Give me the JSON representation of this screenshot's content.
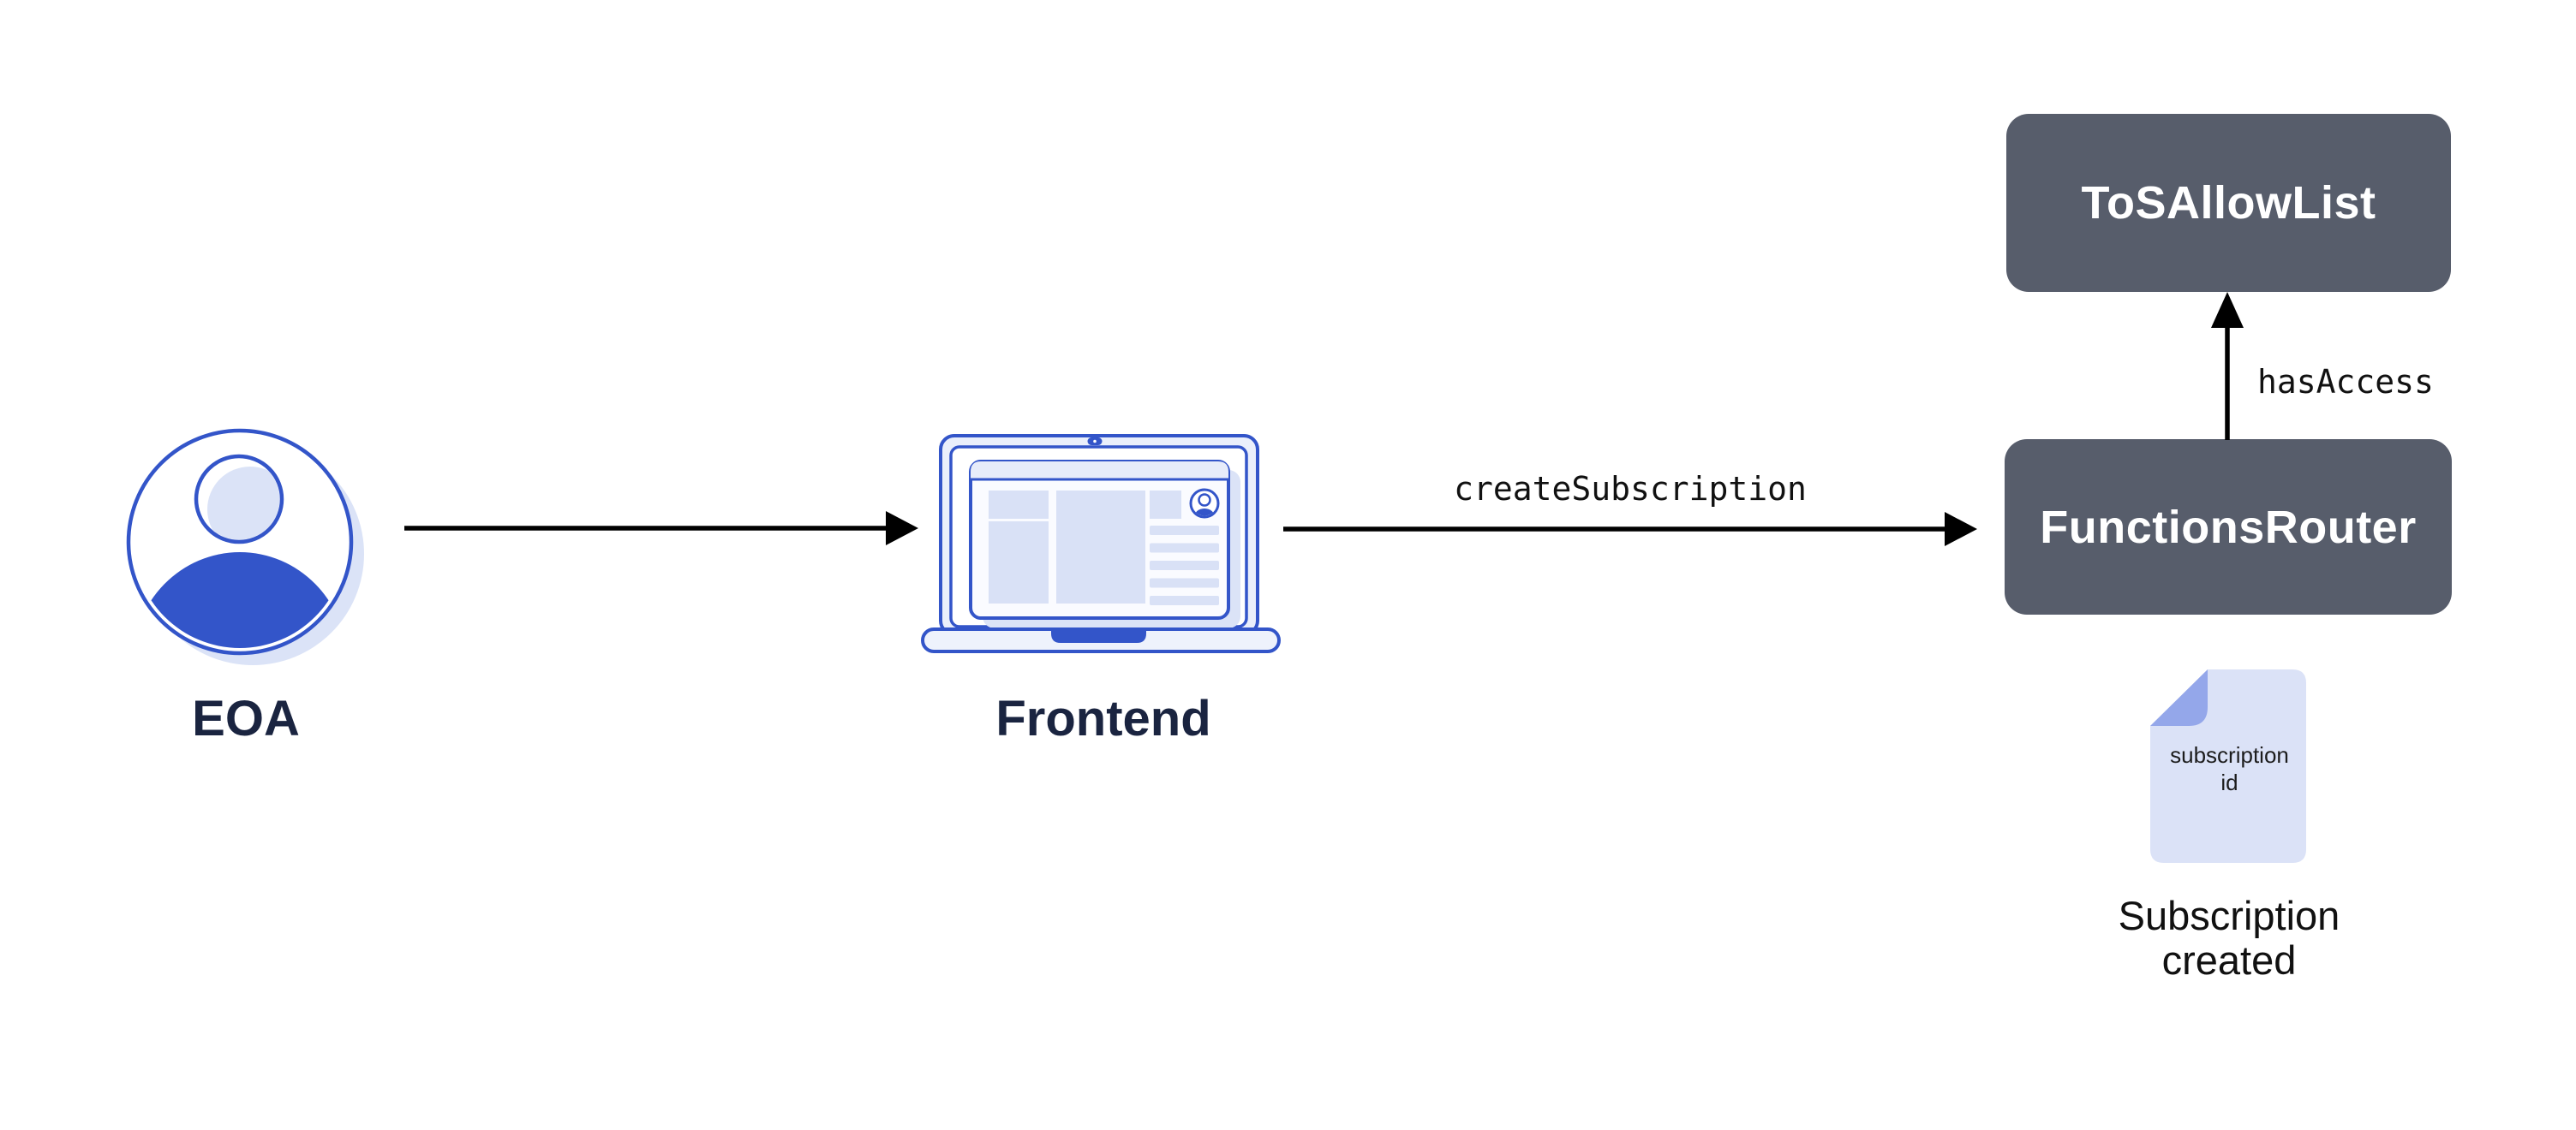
{
  "colors": {
    "background": "#ffffff",
    "accent_blue": "#3355c9",
    "light_periwinkle": "#d9e1f6",
    "shadow_blue": "#dbe3f7",
    "fold_blue": "#94a7ea",
    "box_fill": "#575d6b",
    "box_text": "#ffffff",
    "caption_dark_navy": "#1a2440",
    "edge_label_black": "#111111"
  },
  "nodes": {
    "eoa": {
      "label": "EOA"
    },
    "frontend": {
      "label": "Frontend"
    },
    "tos_allow_list": {
      "label": "ToSAllowList"
    },
    "functions_router": {
      "label": "FunctionsRouter"
    },
    "subscription_doc": {
      "line1": "subscription",
      "line2": "id"
    },
    "subscription_caption": {
      "line1": "Subscription",
      "line2": "created"
    }
  },
  "edges": {
    "frontend_to_router": {
      "label": "createSubscription"
    },
    "router_to_tos": {
      "label": "hasAccess"
    }
  }
}
